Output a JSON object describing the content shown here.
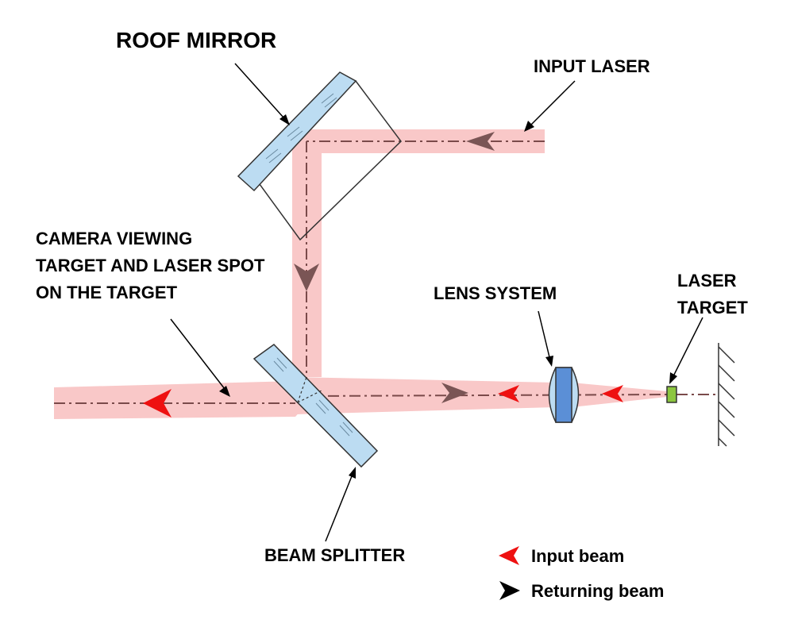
{
  "labels": {
    "roof_mirror": "ROOF MIRROR",
    "input_laser": "INPUT LASER",
    "camera_line1": "CAMERA VIEWING",
    "camera_line2": "TARGET AND LASER SPOT",
    "camera_line3": "ON THE TARGET",
    "lens_system": "LENS SYSTEM",
    "laser_target_line1": "LASER",
    "laser_target_line2": "TARGET",
    "beam_splitter": "BEAM SPLITTER"
  },
  "legend": {
    "input_beam": "Input beam",
    "returning_beam": "Returning beam"
  },
  "colors": {
    "beam": "#f9c8c8",
    "axis_line": "#7a4a4a",
    "mirror_fill": "#bcdcf2",
    "lens_fill": "#5b8fd6",
    "target_fill": "#8cc63f",
    "input_arrow": "#ee1111",
    "return_arrow": "#7a5555",
    "legend_return_arrow": "#000000"
  }
}
